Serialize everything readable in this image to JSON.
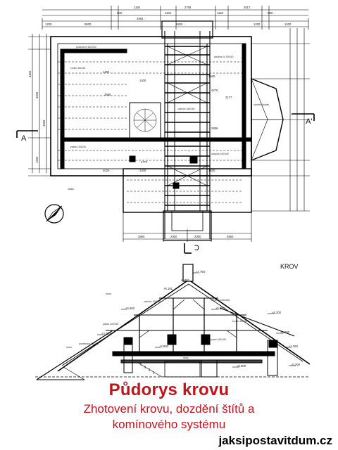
{
  "plan": {
    "section_label_left": "A",
    "section_label_right": "A'",
    "section_symbol_bottom": "Ↄ",
    "title_tag": "KROV",
    "top_dimensions": [
      "600",
      "1160",
      "2863",
      "1162",
      "2756",
      "1162",
      "2817",
      "600"
    ],
    "top_overall": [
      "1200",
      "6000",
      "9200",
      "1200",
      "1200"
    ],
    "bottom_dimensions": [
      "2850",
      "2000",
      "2000",
      "2850"
    ],
    "left_dimensions": [
      "3300",
      "2000",
      "4000",
      "1200"
    ],
    "member_labels": [
      "pozednice 150/150",
      "krokev 80/160",
      "kleština 2x 50/160",
      "vaznice 160/160",
      "sloupek 160/160",
      "pásek 100/150",
      "nárožní krokev",
      "úžlabí"
    ],
    "plan_dims": [
      "1400",
      "4270",
      "2896",
      "3946",
      "1400",
      "2177",
      "1402",
      "1460",
      "1400",
      "4772",
      "4020"
    ]
  },
  "section": {
    "levels": [
      "+8.881",
      "+7.750",
      "+6.181",
      "+5.500",
      "+5.380",
      "+4.200",
      "+3.380",
      "+3.000",
      "+2.800",
      "+2.350",
      "+0.000",
      "-0.250"
    ],
    "member_labels": [
      "vaznice 160/160",
      "kleština 2x50/160",
      "krokev 80/160",
      "pozednice 150/150",
      "sloupek 160/160",
      "pásek 100/150",
      "strop"
    ]
  },
  "caption": {
    "title": "Půdorys krovu",
    "line1": "Zhotovení krovu, dozdění štítů a",
    "line2": "komínového systému",
    "website": "jaksipostavitdum.cz"
  },
  "colors": {
    "title": "#c0141c",
    "line": "#000000",
    "background": "#ffffff"
  }
}
